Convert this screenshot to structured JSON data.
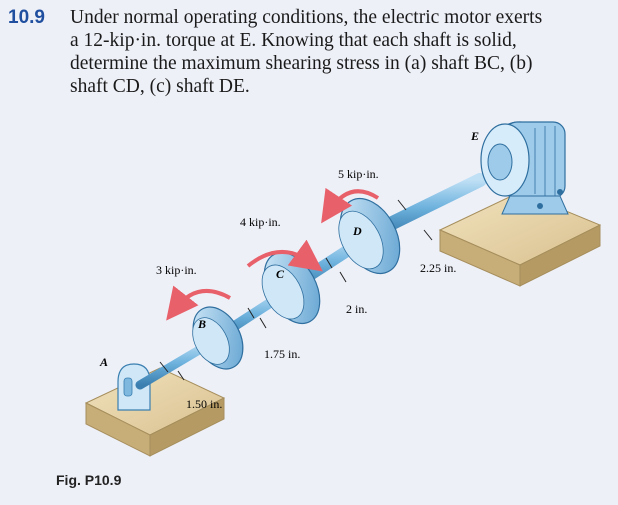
{
  "problem": {
    "number": "10.9",
    "lines": [
      "Under normal operating conditions, the electric motor exerts",
      "a 12-kip·in. torque at E. Knowing that each shaft is solid,",
      "determine the maximum shearing stress in (a) shaft BC, (b)",
      "shaft CD, (c) shaft DE."
    ]
  },
  "figure": {
    "caption": "Fig. P10.9",
    "points": {
      "A": "A",
      "B": "B",
      "C": "C",
      "D": "D",
      "E": "E"
    },
    "torques": {
      "B": "3 kip·in.",
      "C": "4 kip·in.",
      "D": "5 kip·in."
    },
    "diameters": {
      "AB": "1.50 in.",
      "BC": "1.75 in.",
      "CD": "2 in.",
      "DE": "2.25 in."
    },
    "colors": {
      "background": "#eef0f8",
      "problem_number": "#1f4f9e",
      "torque_arrow": "#e8606a",
      "shaft": "#6fb3de",
      "base": "#dcc79a"
    }
  }
}
